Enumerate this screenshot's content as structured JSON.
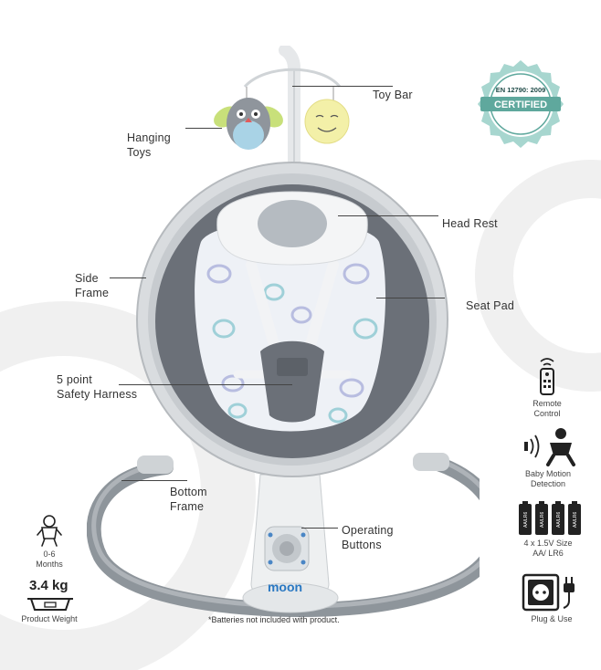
{
  "badge": {
    "standard": "EN 12790: 2009",
    "status": "CERTIFIED"
  },
  "callouts": {
    "toy_bar": "Toy Bar",
    "hanging_toys": [
      "Hanging",
      "Toys"
    ],
    "head_rest": "Head Rest",
    "side_frame": [
      "Side",
      "Frame"
    ],
    "seat_pad": "Seat Pad",
    "safety_harness": [
      "5 point",
      "Safety Harness"
    ],
    "bottom_frame": [
      "Bottom",
      "Frame"
    ],
    "operating_buttons": [
      "Operating",
      "Buttons"
    ]
  },
  "features": {
    "remote": [
      "Remote",
      "Control"
    ],
    "motion": [
      "Baby Motion",
      "Detection"
    ],
    "batteries": [
      "4 x 1.5V Size",
      "AA/ LR6"
    ],
    "battery_label": "AA/LR6",
    "plug": "Plug & Use"
  },
  "age": [
    "0-6",
    "Months"
  ],
  "weight": {
    "value": "3.4 kg",
    "label": "Product Weight"
  },
  "brand": "moon",
  "footnote": "*Batteries not included with product.",
  "colors": {
    "frame": "#8e959b",
    "frame_light": "#d9dcdf",
    "fabric": "#6b7078",
    "badge": "#5fa89d"
  }
}
